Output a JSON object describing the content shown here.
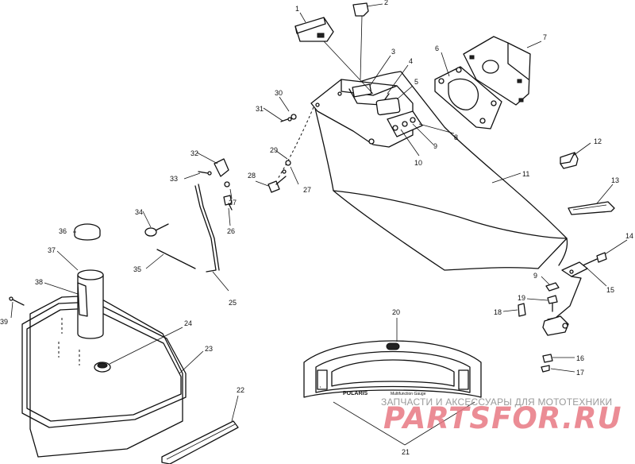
{
  "callouts": [
    "1",
    "2",
    "3",
    "4",
    "5",
    "6",
    "7",
    "8",
    "9",
    "10",
    "11",
    "12",
    "13",
    "14",
    "15",
    "16",
    "17",
    "18",
    "19",
    "20",
    "21",
    "22",
    "23",
    "24",
    "25",
    "26",
    "27",
    "28",
    "29",
    "30",
    "31",
    "32",
    "33",
    "34",
    "35",
    "36",
    "37",
    "38",
    "39"
  ],
  "display_panel": {
    "brand": "POLARIS",
    "small_text": "Multifunction Gauge"
  },
  "watermark": {
    "line1": "ЗАПЧАСТИ И АКСЕССУАРЫ ДЛЯ МОТОТЕХНИКИ",
    "line2": "PARTSFOR.RU"
  },
  "colors": {
    "line": "#111111",
    "watermark": "#e87882"
  }
}
